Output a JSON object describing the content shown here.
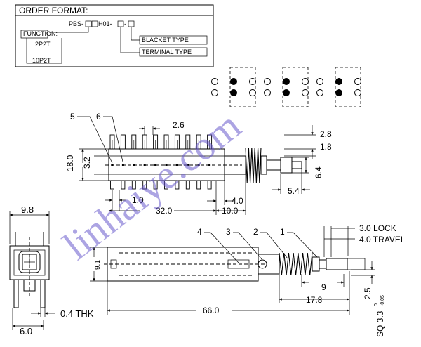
{
  "order_format": {
    "title": "ORDER FORMAT:",
    "code_prefix": "PBS-",
    "code_mid": "H01-",
    "code_dash": "-",
    "function_label": "FUNCTION:",
    "function_options": [
      "2P2T",
      "⋮",
      "10P2T"
    ],
    "bracket_type_label": "BLACKET TYPE",
    "terminal_type_label": "TERMINAL TYPE"
  },
  "side_view": {
    "labels": [
      "5",
      "6"
    ],
    "dimensions": [
      "2.6",
      "2.8",
      "1.8",
      "18.0",
      "3.2",
      "6.4",
      "5.4",
      "1.0",
      "32.0",
      "4.0",
      "10.0"
    ]
  },
  "front_view": {
    "dimensions": [
      "9.8",
      "0.4 THK",
      "6.0"
    ]
  },
  "top_view": {
    "labels": [
      "4",
      "3",
      "2",
      "1"
    ],
    "dimensions": [
      "3.0 LOCK",
      "4.0 TRAVEL",
      "9.1",
      "9",
      "2.5",
      "66.0",
      "17.8"
    ],
    "sq_label": "SQ 3.3",
    "sq_tolerance": [
      "0",
      "-0.05"
    ]
  },
  "watermark": "linhaiye.com"
}
